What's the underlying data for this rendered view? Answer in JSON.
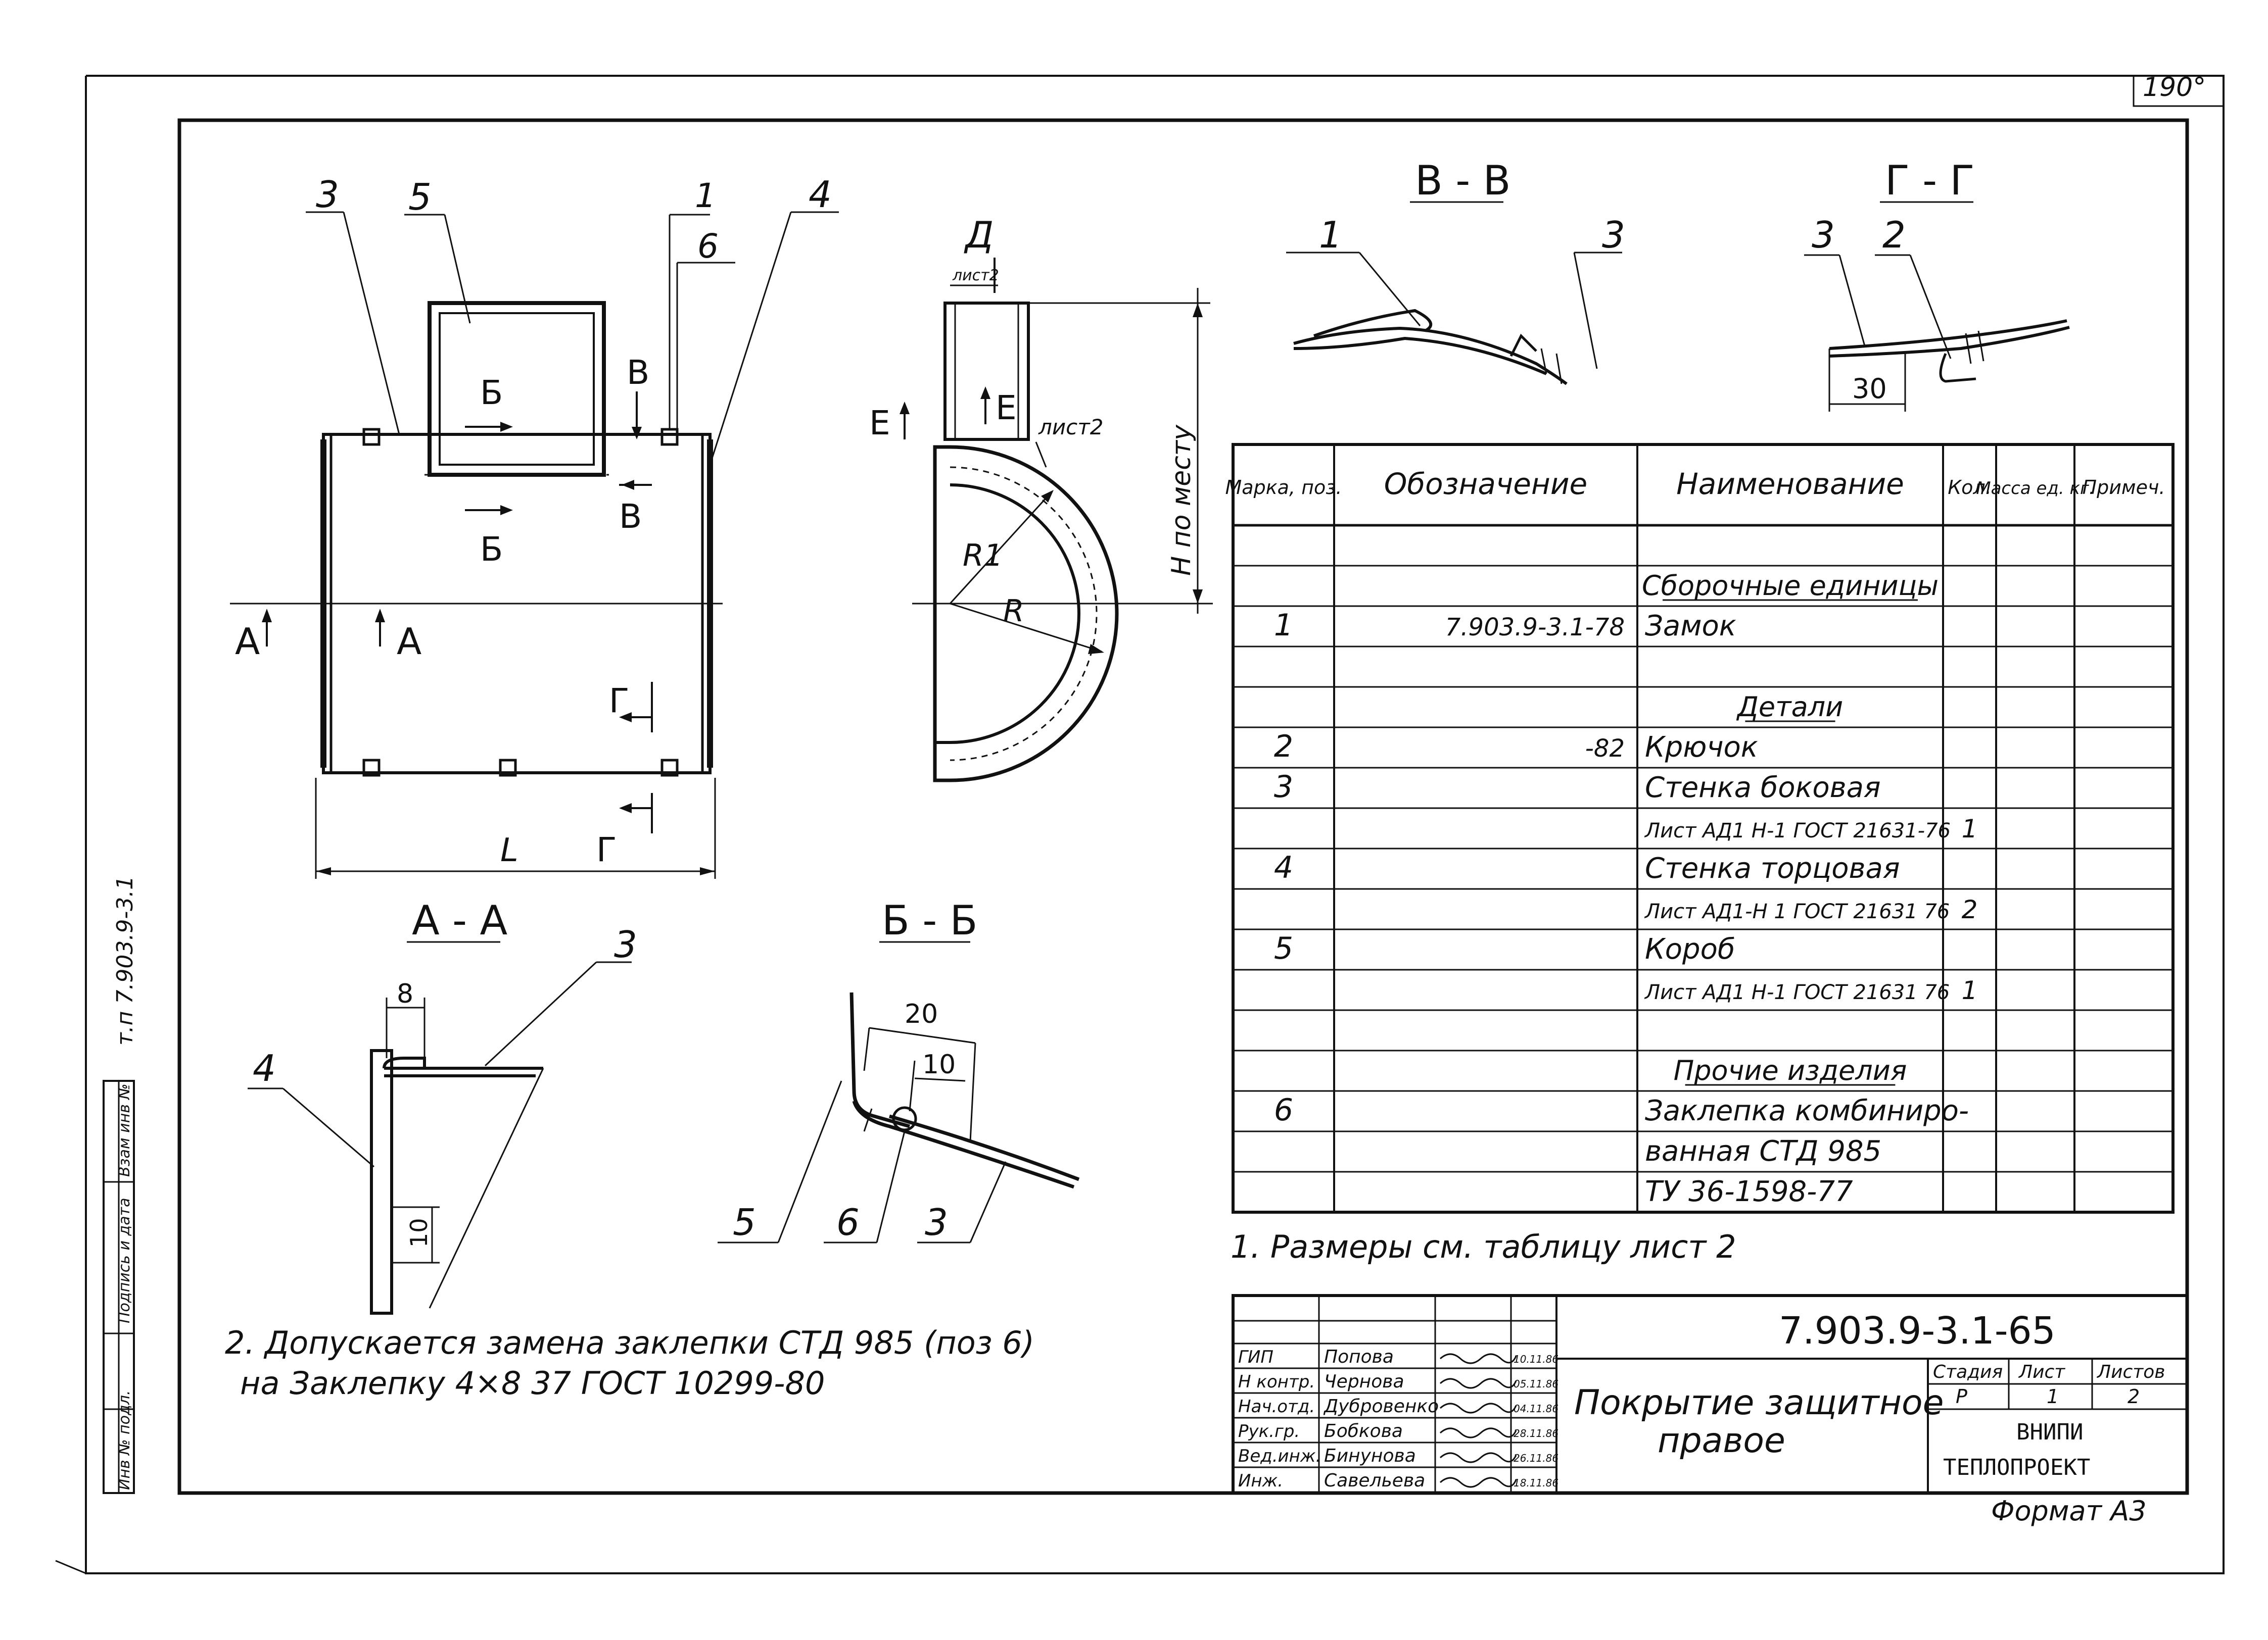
{
  "sheet_number": "190°",
  "format": "Формат А3",
  "side_stamp": {
    "project": "т.п 7.903.9-3.1",
    "inv_label": "Инв № подл.",
    "sign_label": "Подпись и дата",
    "replace_label": "Взам инв №"
  },
  "views": {
    "main": {
      "callouts": [
        "3",
        "5",
        "1",
        "6",
        "4"
      ],
      "cuts": [
        "Б",
        "Б",
        "В",
        "В",
        "А",
        "А",
        "Г",
        "Г"
      ],
      "dim_L": "L"
    },
    "side": {
      "title": "Д",
      "sheet_ref": "лист2",
      "cut_E_left": "Е",
      "cut_E_right": "Е",
      "R1": "R1",
      "R": "R",
      "sheet_ref2": "лист2",
      "dim_H": "Н по месту"
    },
    "aa": {
      "title": "А - А",
      "dim_8": "8",
      "dim_10": "10",
      "pos_left": "4",
      "pos_right": "3"
    },
    "bb": {
      "title": "Б - Б",
      "dim_20": "20",
      "dim_10": "10",
      "pos": [
        "5",
        "6",
        "3"
      ]
    },
    "vv": {
      "title": "В - В",
      "pos_left": "1",
      "pos_right": "3"
    },
    "gg": {
      "title": "Г - Г",
      "pos_left": "3",
      "pos_right": "2",
      "dim_30": "30"
    }
  },
  "spec_table": {
    "headers": [
      "Марка, поз.",
      "Обозначение",
      "Наименование",
      "Кол.",
      "Масса ед. кг.",
      "Примеч."
    ],
    "rows": [
      [
        "",
        "",
        "",
        "",
        "",
        ""
      ],
      [
        "",
        "",
        "Сборочные единицы",
        "",
        "",
        ""
      ],
      [
        "1",
        "7.903.9-3.1-78",
        "Замок",
        "",
        "",
        ""
      ],
      [
        "",
        "",
        "",
        "",
        "",
        ""
      ],
      [
        "",
        "",
        "Детали",
        "",
        "",
        ""
      ],
      [
        "2",
        "-82",
        "Крючок",
        "",
        "",
        ""
      ],
      [
        "3",
        "",
        "Стенка боковая",
        "",
        "",
        ""
      ],
      [
        "",
        "",
        "Лист АД1 Н-1 ГОСТ 21631-76",
        "1",
        "",
        ""
      ],
      [
        "4",
        "",
        "Стенка торцовая",
        "",
        "",
        ""
      ],
      [
        "",
        "",
        "Лист АД1-Н 1 ГОСТ 21631 76",
        "2",
        "",
        ""
      ],
      [
        "5",
        "",
        "Короб",
        "",
        "",
        ""
      ],
      [
        "",
        "",
        "Лист АД1 Н-1 ГОСТ 21631 76",
        "1",
        "",
        ""
      ],
      [
        "",
        "",
        "",
        "",
        "",
        ""
      ],
      [
        "",
        "",
        "Прочие изделия",
        "",
        "",
        ""
      ],
      [
        "6",
        "",
        "Заклепка комбиниро-",
        "",
        "",
        ""
      ],
      [
        "",
        "",
        "ванная СТД 985",
        "",
        "",
        ""
      ],
      [
        "",
        "",
        "ТУ 36-1598-77",
        "",
        "",
        ""
      ]
    ]
  },
  "notes": {
    "note1": "1. Размеры см. таблицу лист 2",
    "note2_line1": "2. Допускается замена заклепки СТД 985 (поз 6)",
    "note2_line2": "на Заклепку 4×8 37 ГОСТ 10299-80"
  },
  "title_block": {
    "doc_number": "7.903.9-3.1-65",
    "title_line1": "Покрытие защитное",
    "title_line2": "правое",
    "stage_label": "Стадия",
    "sheet_label": "Лист",
    "sheets_label": "Листов",
    "stage": "Р",
    "sheet": "1",
    "sheets": "2",
    "org1": "ВНИПИ",
    "org2": "ТЕПЛОПРОЕКТ",
    "signers": [
      {
        "role": "ГИП",
        "name": "Попова",
        "date": "10.11.86"
      },
      {
        "role": "Н контр.",
        "name": "Чернова",
        "date": "05.11.86"
      },
      {
        "role": "Нач.отд.",
        "name": "Дубровенко",
        "date": "04.11.86"
      },
      {
        "role": "Рук.гр.",
        "name": "Бобкова",
        "date": "28.11.86"
      },
      {
        "role": "Вед.инж.",
        "name": "Бинунова",
        "date": "26.11.86"
      },
      {
        "role": "Инж.",
        "name": "Савельева",
        "date": "18.11.86"
      }
    ]
  }
}
